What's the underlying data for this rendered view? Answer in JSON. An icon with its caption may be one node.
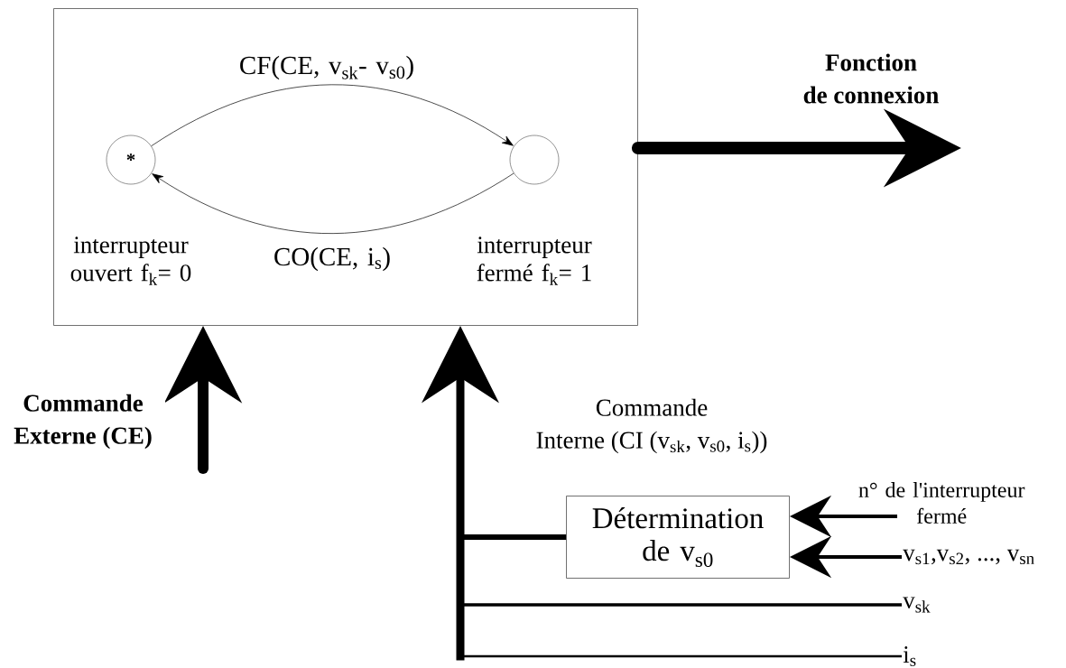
{
  "diagram": {
    "nodes": [
      {
        "text": [],
        "shape": "box"
      },
      {
        "text": [
          "*"
        ],
        "beside": [
          "interrupteur ouvert f$_{k}$= 0"
        ],
        "in": 0
      },
      {
        "text": [],
        "shape": "circle",
        "beside": [
          "interrupteur fermé f$_{k}$= 1"
        ],
        "in": 0
      },
      {
        "text": [
          "Détermination de v$_{s0}$"
        ]
      },
      {
        "text": [
          "n° de l'interrupteur fermé"
        ]
      },
      {
        "text": [
          "v$_{s1}$,v$_{s2}$, ..., v$_{sn}$"
        ]
      },
      {
        "text": [
          "v$_{sk}$"
        ]
      },
      {
        "text": [
          "i$_{s}$"
        ]
      }
    ],
    "edges": [
      {
        "from": 1,
        "to": 2,
        "arrow": "to",
        "label": "CF(CE, v$_{sk}$- v$_{s0}$)"
      },
      {
        "from": 2,
        "to": 1,
        "arrow": "to",
        "label": "CO(CE, i$_{s}$)"
      },
      {
        "from": 0,
        "to": null,
        "arrow": "to",
        "style": "thick",
        "label": "Fonction de connexion"
      },
      {
        "from": null,
        "to": 0,
        "arrow": "to",
        "style": "thick",
        "label": "Commande Externe (CE)"
      },
      {
        "from": 3,
        "to": 0,
        "arrow": "to",
        "style": "thick",
        "label": "Commande Interne (CI (v$_{sk}$, v$_{s0}$, i$_{s}$))"
      },
      {
        "from": 6,
        "to": 0,
        "arrow": "to"
      },
      {
        "from": 7,
        "to": 0,
        "arrow": "to"
      },
      {
        "from": 4,
        "to": 3,
        "arrow": "to"
      },
      {
        "from": 5,
        "to": 3,
        "arrow": "to"
      }
    ]
  }
}
